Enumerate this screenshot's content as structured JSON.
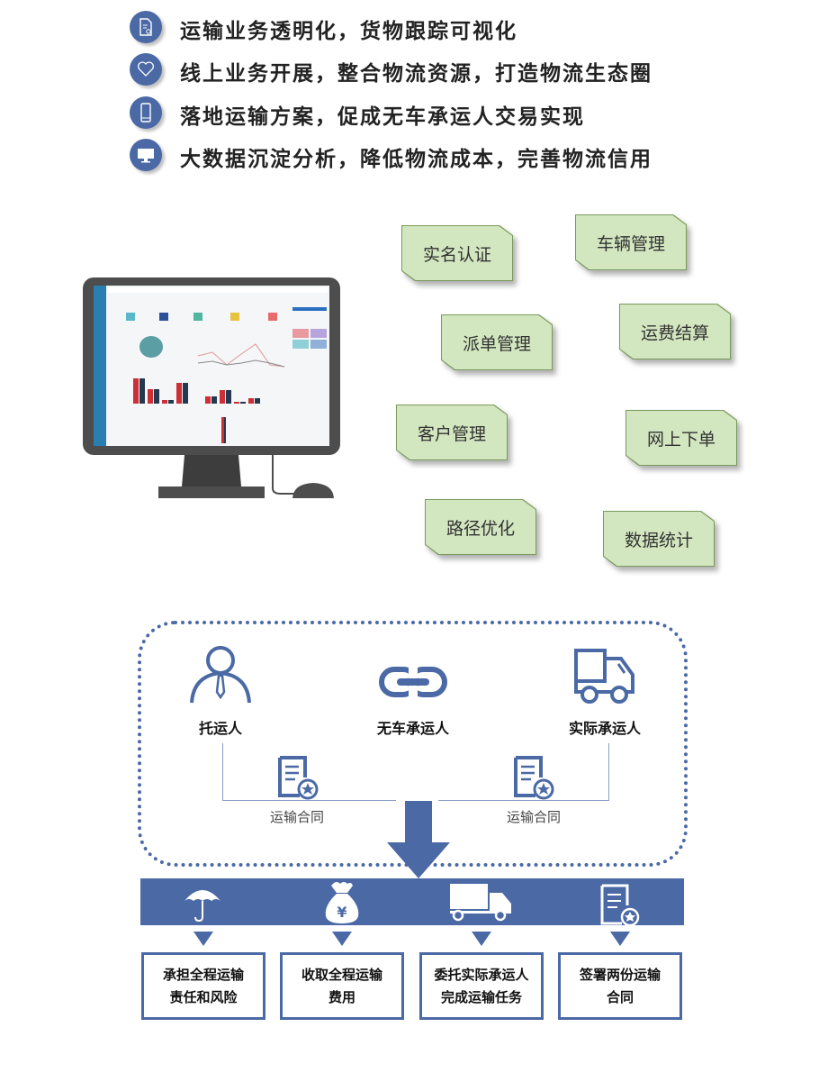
{
  "colors": {
    "accent": "#4a69a5",
    "note_fill": "#d2e6bf",
    "note_border": "#7a9a5c",
    "monitor": "#4d4d4d"
  },
  "bullets": [
    {
      "icon": "document-search-icon",
      "text": "运输业务透明化，货物跟踪可视化"
    },
    {
      "icon": "heart-icon",
      "text": "线上业务开展，整合物流资源，打造物流生态圈"
    },
    {
      "icon": "mobile-phone-icon",
      "text": "落地运输方案，促成无车承运人交易实现"
    },
    {
      "icon": "monitor-icon",
      "text": "大数据沉淀分析，降低物流成本，完善物流信用"
    }
  ],
  "features": [
    "实名认证",
    "车辆管理",
    "派单管理",
    "运费结算",
    "客户管理",
    "网上下单",
    "路径优化",
    "数据统计"
  ],
  "roles": {
    "shipper": "托运人",
    "non_vessel_carrier": "无车承运人",
    "actual_carrier": "实际承运人"
  },
  "contract_label": "运输合同",
  "duties": [
    {
      "icon": "umbrella-icon",
      "line1": "承担全程运输",
      "line2": "责任和风险"
    },
    {
      "icon": "money-bag-icon",
      "line1": "收取全程运输",
      "line2": "费用"
    },
    {
      "icon": "truck-icon",
      "line1": "委托实际承运人",
      "line2": "完成运输任务"
    },
    {
      "icon": "contract-icon",
      "line1": "签署两份运输",
      "line2": "合同"
    }
  ],
  "money_symbol": "¥"
}
